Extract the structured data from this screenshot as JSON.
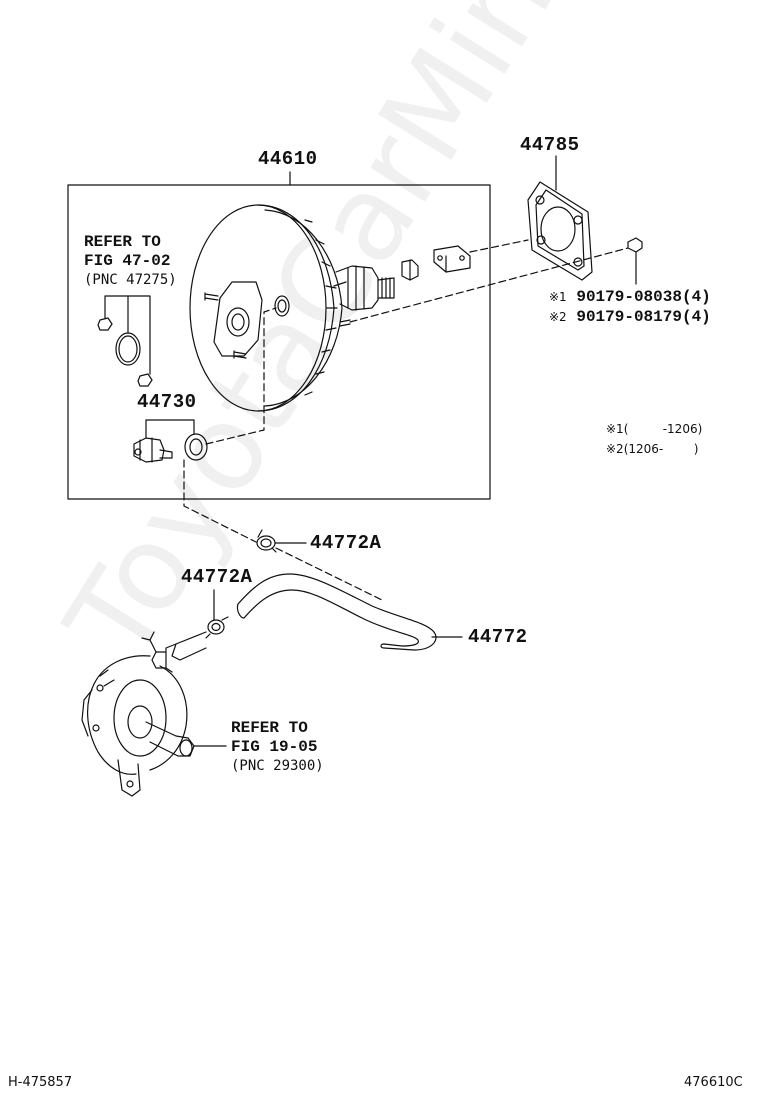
{
  "watermark": "ToyotaCarMine.ru",
  "parts": {
    "booster": "44610",
    "gasket": "44785",
    "check_valve": "44730",
    "clamp_upper": "44772A",
    "clamp_lower": "44772A",
    "hose": "44772"
  },
  "refer_top": {
    "line1": "REFER TO",
    "line2": "FIG 47-02",
    "line3": "(PNC 47275)"
  },
  "refer_bottom": {
    "line1": "REFER TO",
    "line2": "FIG 19-05",
    "line3": "(PNC 29300)"
  },
  "bolts": [
    {
      "mark": "※1",
      "part": "90179-08038",
      "qty": "(4)"
    },
    {
      "mark": "※2",
      "part": "90179-08179",
      "qty": "(4)"
    }
  ],
  "notes": [
    {
      "mark": "※1",
      "range": "(         -1206)"
    },
    {
      "mark": "※2",
      "range": "(1206-        )"
    }
  ],
  "footer": {
    "left_code": "H-475857",
    "right_code": "476610C"
  }
}
